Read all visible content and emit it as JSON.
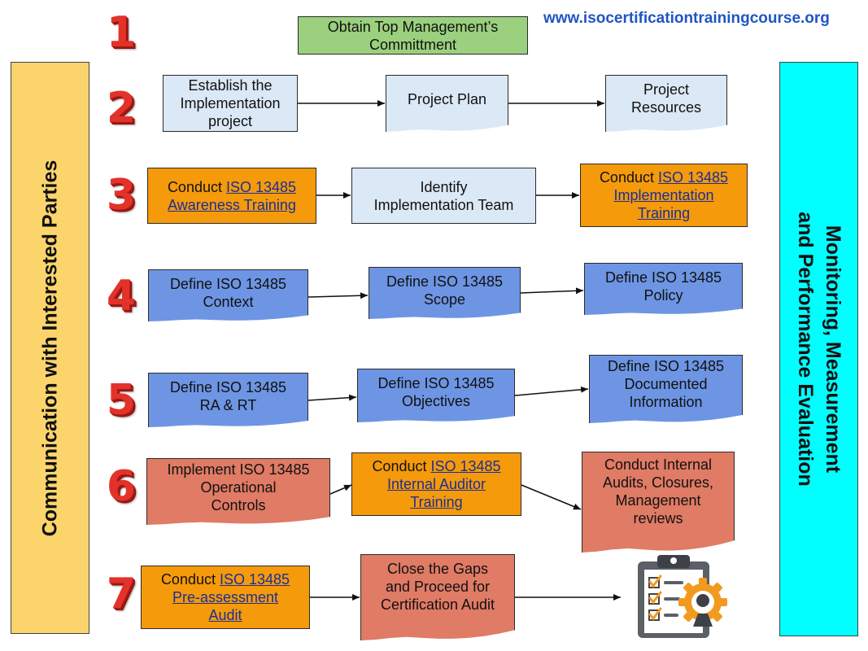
{
  "website": "www.isocertificationtrainingcourse.org",
  "left_panel": {
    "label": "Communication with Interested Parties",
    "color": "#fcd46c"
  },
  "right_panel": {
    "line1": "Monitoring, Measurement",
    "line2": "and Performance Evaluation",
    "color": "#00ffff"
  },
  "steps": [
    "1",
    "2",
    "3",
    "4",
    "5",
    "6",
    "7"
  ],
  "boxes": {
    "top_management": {
      "line1": "Obtain Top Management’s",
      "line2": "Committment"
    },
    "establish_project": {
      "line1": "Establish the",
      "line2": "Implementation",
      "line3": "project"
    },
    "project_plan": {
      "line1": "Project Plan"
    },
    "project_resources": {
      "line1": "Project",
      "line2": "Resources"
    },
    "awareness_training": {
      "prefix": "Conduct ",
      "link1": "ISO 13485",
      "link2": "Awareness Training"
    },
    "implementation_team": {
      "line1": "Identify",
      "line2": "Implementation Team"
    },
    "implementation_training": {
      "prefix": "Conduct ",
      "link1": "ISO 13485",
      "link2": "Implementation",
      "link3": "Training"
    },
    "context": {
      "line1": "Define ISO 13485",
      "line2": "Context"
    },
    "scope": {
      "line1": "Define ISO 13485",
      "line2": "Scope"
    },
    "policy": {
      "line1": "Define ISO 13485",
      "line2": "Policy"
    },
    "ra_rt": {
      "line1": "Define ISO 13485",
      "line2": "RA & RT"
    },
    "objectives": {
      "line1": "Define ISO 13485",
      "line2": "Objectives"
    },
    "documented_info": {
      "line1": "Define ISO 13485",
      "line2": "Documented",
      "line3": "Information"
    },
    "operational_controls": {
      "line1": "Implement ISO 13485",
      "line2": "Operational",
      "line3": "Controls"
    },
    "internal_auditor_training": {
      "prefix": "Conduct ",
      "link1": "ISO 13485",
      "link2": "Internal Auditor",
      "link3": "Training"
    },
    "internal_audits": {
      "line1": "Conduct Internal",
      "line2": "Audits, Closures,",
      "line3": "Management",
      "line4": "reviews"
    },
    "pre_assessment": {
      "prefix": "Conduct ",
      "link1": "ISO 13485",
      "link2": "Pre-assessment",
      "link3": "Audit"
    },
    "close_gaps": {
      "line1": "Close the Gaps",
      "line2": "and Proceed for",
      "line3": "Certification Audit"
    }
  },
  "icons": {
    "final": "audit-checklist-gear-icon"
  },
  "colors": {
    "light_blue": "#dbe8f6",
    "blue": "#6d95e4",
    "orange": "#f59a0b",
    "salmon": "#e07b65",
    "green": "#9bd07e",
    "link": "#1a2f96",
    "step_red": "#e3322a",
    "url_blue": "#1f55c4"
  }
}
